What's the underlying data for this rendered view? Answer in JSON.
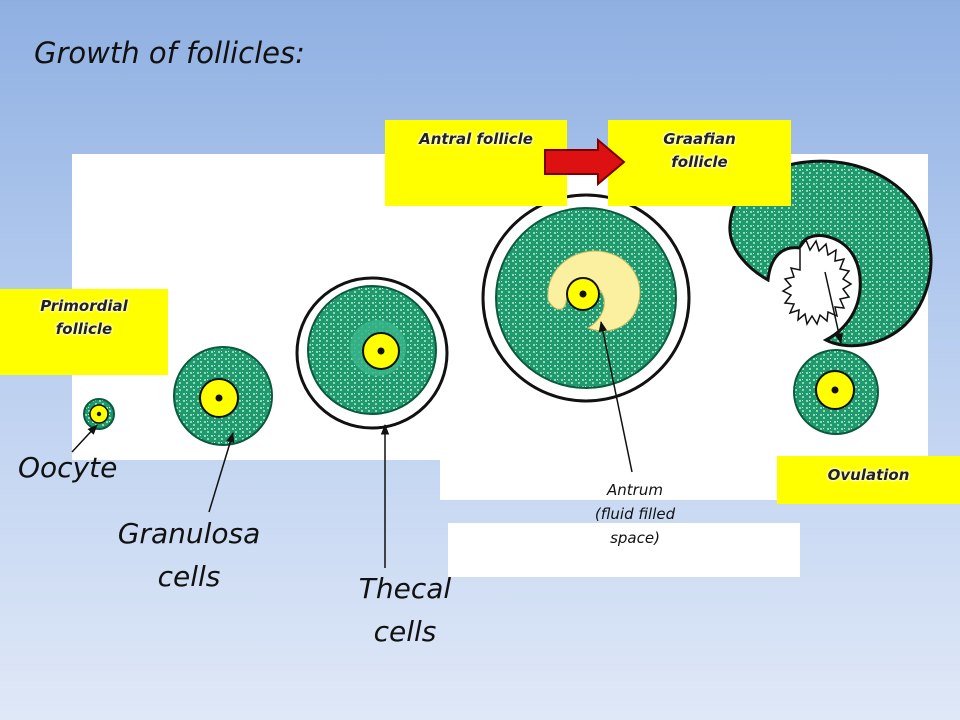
{
  "title": "Growth of follicles:",
  "stages": {
    "primordial": "Primordial\nfollicle",
    "antral": "Antral follicle",
    "graafian": "Graafian\nfollicle",
    "ovulation": "Ovulation"
  },
  "labels": {
    "oocyte": "Oocyte",
    "granulosa": "Granulosa\ncells",
    "thecal": "Thecal\ncells",
    "antrum": "Antrum\n(fluid filled\nspace)"
  },
  "colors": {
    "granulosa": "#1e9a6e",
    "oocyte": "#ffff00",
    "antrum": "#fbf0a0",
    "stage_box": "#ffff00",
    "arrow": "#dd1111"
  }
}
